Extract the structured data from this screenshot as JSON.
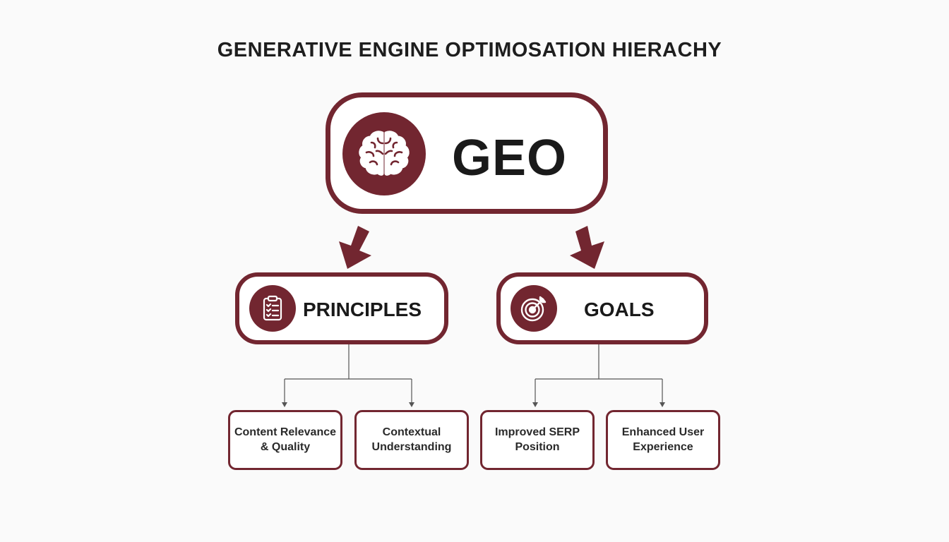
{
  "title": "GENERATIVE ENGINE OPTIMOSATION HIERACHY",
  "colors": {
    "accent": "#722630",
    "text": "#1a1a1a",
    "background": "#fafafa",
    "connector": "#555555"
  },
  "root": {
    "label": "GEO",
    "icon": "brain-icon"
  },
  "branches": [
    {
      "label": "PRINCIPLES",
      "icon": "clipboard-checklist-icon",
      "children": [
        "Content Relevance & Quality",
        "Contextual Understanding"
      ]
    },
    {
      "label": "GOALS",
      "icon": "target-arrow-icon",
      "children": [
        "Improved SERP Position",
        "Enhanced User Experience"
      ]
    }
  ]
}
